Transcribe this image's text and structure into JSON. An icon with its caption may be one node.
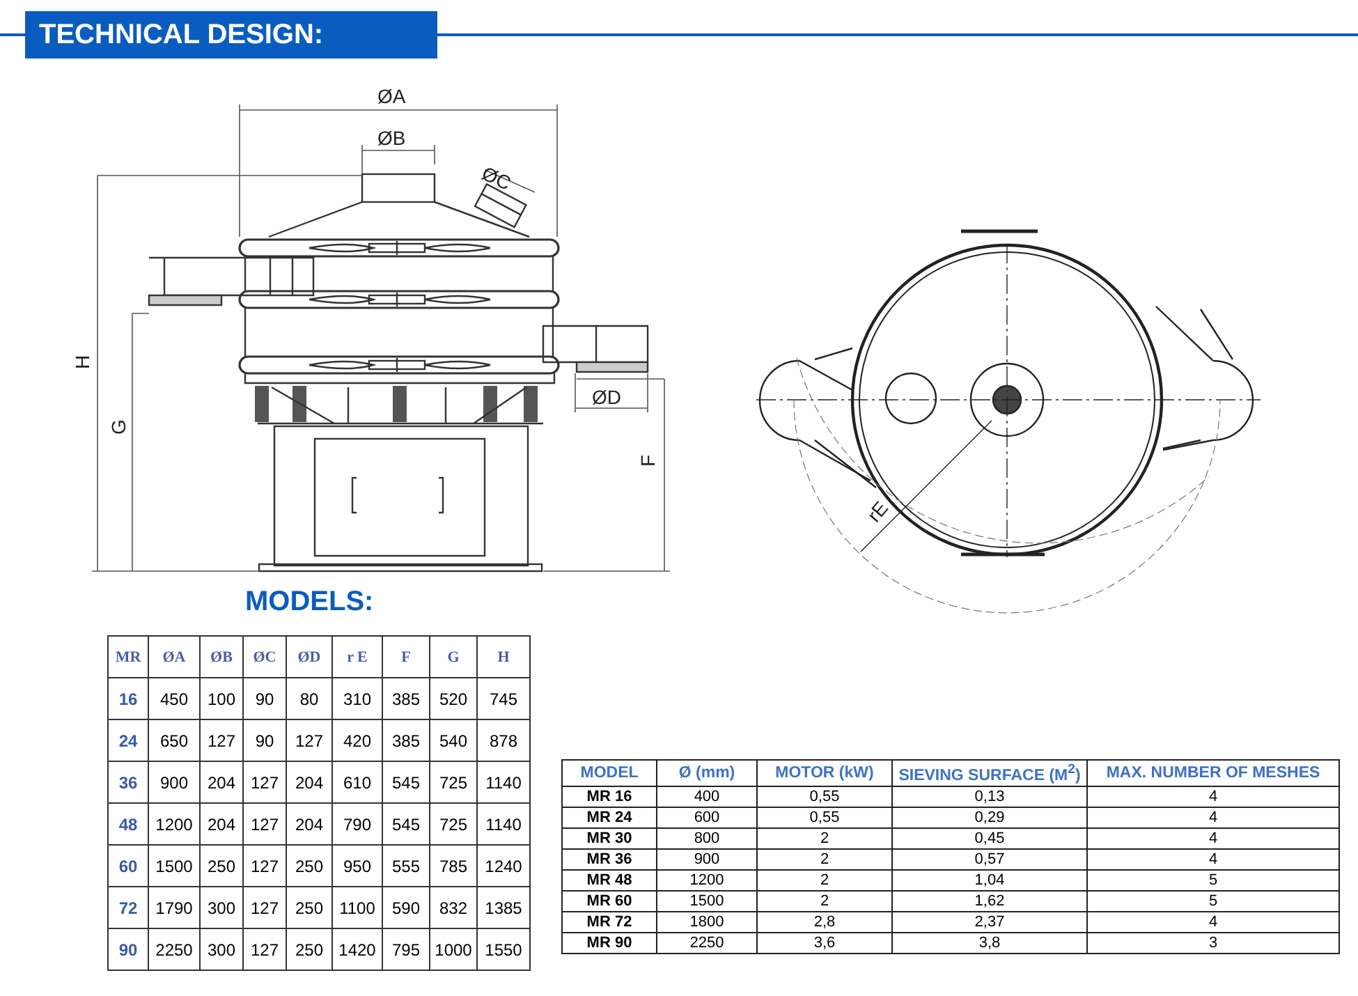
{
  "diagram": {
    "title": "TECHNICAL DESIGN:",
    "labels": [
      "ØA",
      "ØB",
      "ØC",
      "ØD",
      "H",
      "G",
      "F",
      "rE",
      "MODELS:",
      "MR",
      "ØA",
      "ØB",
      "ØC",
      "ØD",
      "r E",
      "F",
      "G",
      "H",
      "16",
      "450",
      "100",
      "90",
      "80",
      "310",
      "385",
      "520",
      "745",
      "24",
      "650",
      "127",
      "90",
      "127",
      "420",
      "385",
      "540",
      "878",
      "36",
      "900",
      "204",
      "127",
      "204",
      "610",
      "545",
      "725",
      "1140",
      "48",
      "1200",
      "204",
      "127",
      "204",
      "790",
      "545",
      "725",
      "1140",
      "60",
      "1500",
      "250",
      "127",
      "250",
      "950",
      "555",
      "785",
      "1240",
      "72",
      "1790",
      "300",
      "127",
      "250",
      "1100",
      "590",
      "832",
      "1385",
      "90",
      "2250",
      "300",
      "127",
      "250",
      "1420",
      "795",
      "1000",
      "1550",
      "MODEL",
      "Ø (mm)",
      "MOTOR (kW)",
      "SIEVING SURFACE (M$^{2}$)",
      "MAX. NUMBER OF MESHES",
      "MR 16",
      "400",
      "0,55",
      "0,13",
      "4",
      "MR 24",
      "600",
      "0,55",
      "0,29",
      "4",
      "MR 30",
      "800",
      "2",
      "0,45",
      "4",
      "MR 36",
      "900",
      "2",
      "0,57",
      "4",
      "MR 48",
      "1200",
      "2",
      "1,04",
      "5",
      "MR 60",
      "1500",
      "2",
      "1,62",
      "5",
      "MR 72",
      "1800",
      "2,8",
      "2,37",
      "4",
      "MR 90",
      "2250",
      "3,6",
      "3,8",
      "3"
    ]
  }
}
